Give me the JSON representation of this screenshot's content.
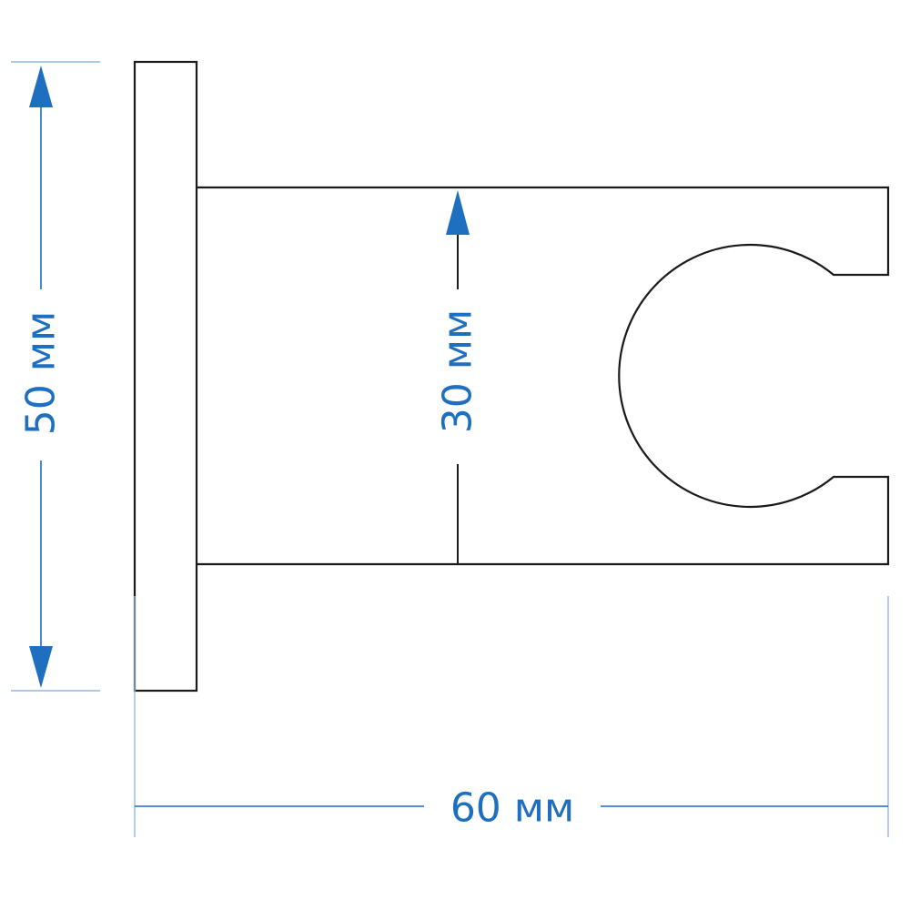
{
  "diagram": {
    "dimensions": {
      "height_total": {
        "label": "50 мм"
      },
      "holder_height": {
        "label": "30 мм"
      },
      "width_total": {
        "label": "60 мм"
      }
    },
    "colors": {
      "dimension": "#1f6fc0",
      "extension": "#8fb9e3",
      "outline": "#1a1a1a",
      "background": "#ffffff"
    }
  }
}
